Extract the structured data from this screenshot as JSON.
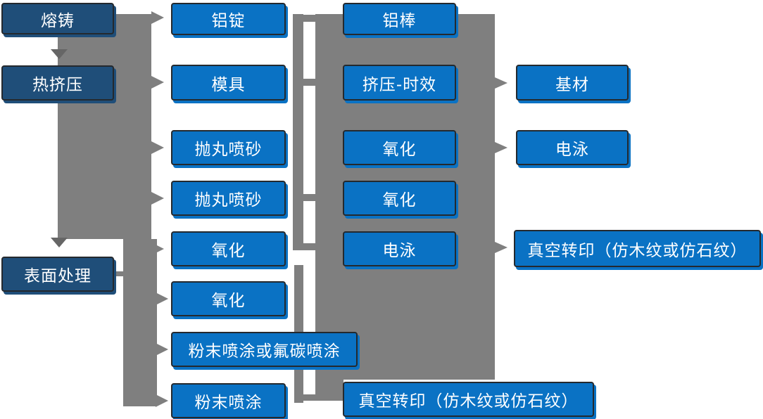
{
  "colors": {
    "primary_blue": "#0a72c4",
    "dark_blue": "#1f4e79",
    "connector_gray": "#7f7f7f",
    "arrow_dark_gray": "#666666",
    "node_text": "#ffffff"
  },
  "nodes": {
    "rongzhu": {
      "label": "熔铸"
    },
    "rejiya": {
      "label": "热挤压"
    },
    "biaomianchuli": {
      "label": "表面处理"
    },
    "lvding": {
      "label": "铝锭"
    },
    "muju": {
      "label": "模具"
    },
    "paowan1": {
      "label": "抛丸喷砂"
    },
    "paowan2": {
      "label": "抛丸喷砂"
    },
    "yanghua1": {
      "label": "氧化"
    },
    "yanghua2": {
      "label": "氧化"
    },
    "fenmo_fluor": {
      "label": "粉末喷涂或氟碳喷涂"
    },
    "fenmo": {
      "label": "粉末喷涂"
    },
    "lvbang": {
      "label": "铝棒"
    },
    "jiya_shixiao": {
      "label": "挤压-时效"
    },
    "yanghua3": {
      "label": "氧化"
    },
    "yanghua4": {
      "label": "氧化"
    },
    "dianyong1": {
      "label": "电泳"
    },
    "zhenkong1": {
      "label": "真空转印（仿木纹或仿石纹）"
    },
    "jicai": {
      "label": "基材"
    },
    "dianyong2": {
      "label": "电泳"
    },
    "zhenkong2": {
      "label": "真空转印（仿木纹或仿石纹）"
    }
  },
  "edges": [
    {
      "from": "rongzhu",
      "to": "lvding"
    },
    {
      "from": "rongzhu",
      "to": "rejiya"
    },
    {
      "from": "rejiya",
      "to": "muju"
    },
    {
      "from": "rejiya",
      "to": "paowan1"
    },
    {
      "from": "rejiya",
      "to": "paowan2"
    },
    {
      "from": "rejiya",
      "to": "yanghua1"
    },
    {
      "from": "rejiya",
      "to": "biaomianchuli"
    },
    {
      "from": "biaomianchuli",
      "to": "yanghua2"
    },
    {
      "from": "biaomianchuli",
      "to": "fenmo_fluor"
    },
    {
      "from": "biaomianchuli",
      "to": "fenmo"
    },
    {
      "from": "lvding",
      "to": "lvbang"
    },
    {
      "from": "muju",
      "to": "jiya_shixiao"
    },
    {
      "from": "jiya_shixiao",
      "to": "jicai"
    },
    {
      "from": "yanghua3",
      "to": "dianyong2"
    },
    {
      "from": "dianyong1",
      "to": "zhenkong2"
    },
    {
      "from": "fenmo",
      "to": "zhenkong1"
    }
  ]
}
